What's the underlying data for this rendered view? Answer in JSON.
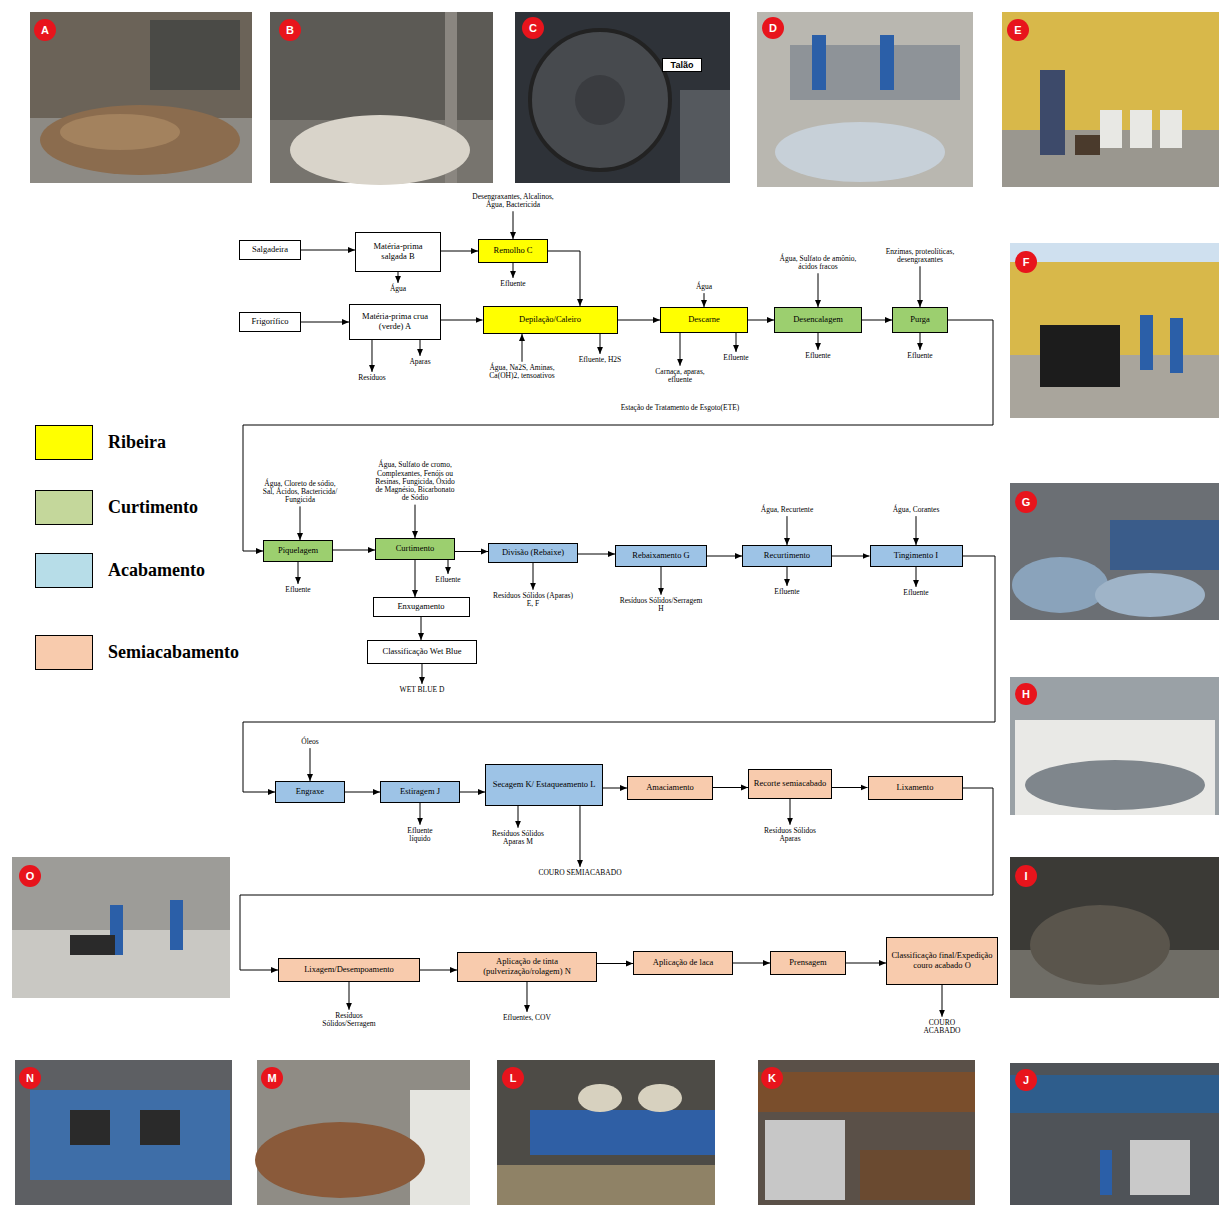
{
  "diagram": {
    "nodes": [
      {
        "text": [
          "Salgadeira"
        ]
      },
      {
        "text": [
          "Matéria-prima salgada B"
        ]
      },
      {
        "text": [
          "Remolho C"
        ]
      },
      {
        "text": [
          "Frigorífico"
        ]
      },
      {
        "text": [
          "Matéria-prima crua (verde) A"
        ]
      },
      {
        "text": [
          "Depilação/Caleiro"
        ]
      },
      {
        "text": [
          "Descarne"
        ]
      },
      {
        "text": [
          "Desencalagem"
        ]
      },
      {
        "text": [
          "Purga"
        ]
      },
      {
        "text": [
          "Piquelagem"
        ]
      },
      {
        "text": [
          "Curtimento"
        ]
      },
      {
        "text": [
          "Divisão (Rebaixe)"
        ]
      },
      {
        "text": [
          "Rebaixamento G"
        ]
      },
      {
        "text": [
          "Recurtimento"
        ]
      },
      {
        "text": [
          "Tingimento I"
        ]
      },
      {
        "text": [
          "Enxugamento"
        ]
      },
      {
        "text": [
          "Classificação Wet Blue"
        ]
      },
      {
        "text": [
          "Engraxe"
        ]
      },
      {
        "text": [
          "Estiragem J"
        ]
      },
      {
        "text": [
          "Secagem K/ Estaqueamento L"
        ]
      },
      {
        "text": [
          "Amaciamento"
        ]
      },
      {
        "text": [
          "Recorte semiacabado"
        ]
      },
      {
        "text": [
          "Lixamento"
        ]
      },
      {
        "text": [
          "Lixagem/Desempoamento"
        ]
      },
      {
        "text": [
          "Aplicação de tinta (pulverização/rolagem) N"
        ]
      },
      {
        "text": [
          "Aplicação de laca"
        ]
      },
      {
        "text": [
          "Prensagem"
        ]
      },
      {
        "text": [
          "Classificação final/Expedição couro acabado O"
        ]
      }
    ],
    "edges": [
      {
        "from": 0,
        "to": 1,
        "arrow": "to"
      },
      {
        "from": 1,
        "to": 2,
        "arrow": "to"
      },
      {
        "from": 3,
        "to": 4,
        "arrow": "to"
      },
      {
        "from": 2,
        "to": 5,
        "arrow": "to"
      },
      {
        "from": 4,
        "to": 5,
        "arrow": "to"
      },
      {
        "from": 5,
        "to": 6,
        "arrow": "to"
      },
      {
        "from": 6,
        "to": 7,
        "arrow": "to"
      },
      {
        "from": 7,
        "to": 8,
        "arrow": "to"
      },
      {
        "from": 8,
        "to": 9,
        "arrow": "to"
      },
      {
        "from": 9,
        "to": 10,
        "arrow": "to"
      },
      {
        "from": 10,
        "to": 11,
        "arrow": "to"
      },
      {
        "from": 10,
        "to": 15,
        "arrow": "to"
      },
      {
        "from": 15,
        "to": 16,
        "arrow": "to"
      },
      {
        "from": 11,
        "to": 12,
        "arrow": "to"
      },
      {
        "from": 12,
        "to": 13,
        "arrow": "to"
      },
      {
        "from": 13,
        "to": 14,
        "arrow": "to"
      },
      {
        "from": 14,
        "to": 17,
        "arrow": "to"
      },
      {
        "from": 17,
        "to": 18,
        "arrow": "to"
      },
      {
        "from": 18,
        "to": 19,
        "arrow": "to"
      },
      {
        "from": 19,
        "to": 20,
        "arrow": "to"
      },
      {
        "from": 20,
        "to": 21,
        "arrow": "to"
      },
      {
        "from": 21,
        "to": 22,
        "arrow": "to"
      },
      {
        "from": 22,
        "to": 23,
        "arrow": "to"
      },
      {
        "from": 23,
        "to": 24,
        "arrow": "to"
      },
      {
        "from": 24,
        "to": 25,
        "arrow": "to"
      },
      {
        "from": 25,
        "to": 26,
        "arrow": "to"
      },
      {
        "from": 26,
        "to": 27,
        "arrow": "to"
      }
    ],
    "labels": [
      "A",
      "B",
      "C",
      "D",
      "E",
      "F",
      "G",
      "H",
      "I",
      "J",
      "K",
      "L",
      "M",
      "N",
      "O",
      "Talão",
      "Desengraxantes, Alcalinos, Água, Bactericida",
      "Efluente",
      "Água",
      "Resíduos",
      "Aparas",
      "Água, Na2S, Aminas, Ca(OH)2, tensoativos",
      "Efluente, H2S",
      "Água",
      "Carnaça, aparas, efluente",
      "Efluente",
      "Estação de Tratamento de Esgoto(ETE)",
      "Água, Sulfato de amônio, ácidos fracos",
      "Efluente",
      "Enzimas, proteolíticas, desengraxantes",
      "Efluente",
      "Água, Cloreto de sódio, Sal, Ácidos, Bactericida/ Fungicida",
      "Efluente",
      "Água, Sulfato de cromo, Complexantes, Fenóis ou Resinas, Fungicida, Óxido de Magnésio, Bicarbonato de Sódio",
      "Efluente",
      "WET BLUE D",
      "Resíduos Sólidos (Aparas) E, F",
      "Resíduos Sólidos/Serragem H",
      "Água, Recurtente",
      "Efluente",
      "Água, Corantes",
      "Efluente",
      "Óleos",
      "Efluente líquido",
      "Resíduos Sólidos Aparas M",
      "COURO SEMIACABADO",
      "Resíduos Sólidos Aparas",
      "Resíduos Sólidos/Serragem",
      "Efluentes, COV",
      "COURO ACABADO"
    ],
    "legend": [
      {
        "text": "Ribeira",
        "color": "#ffff00"
      },
      {
        "text": "Curtimento",
        "color": "#c4d79b"
      },
      {
        "text": "Acabamento",
        "color": "#b7dde8"
      },
      {
        "text": "Semiacabamento",
        "color": "#f8cbad"
      }
    ]
  }
}
